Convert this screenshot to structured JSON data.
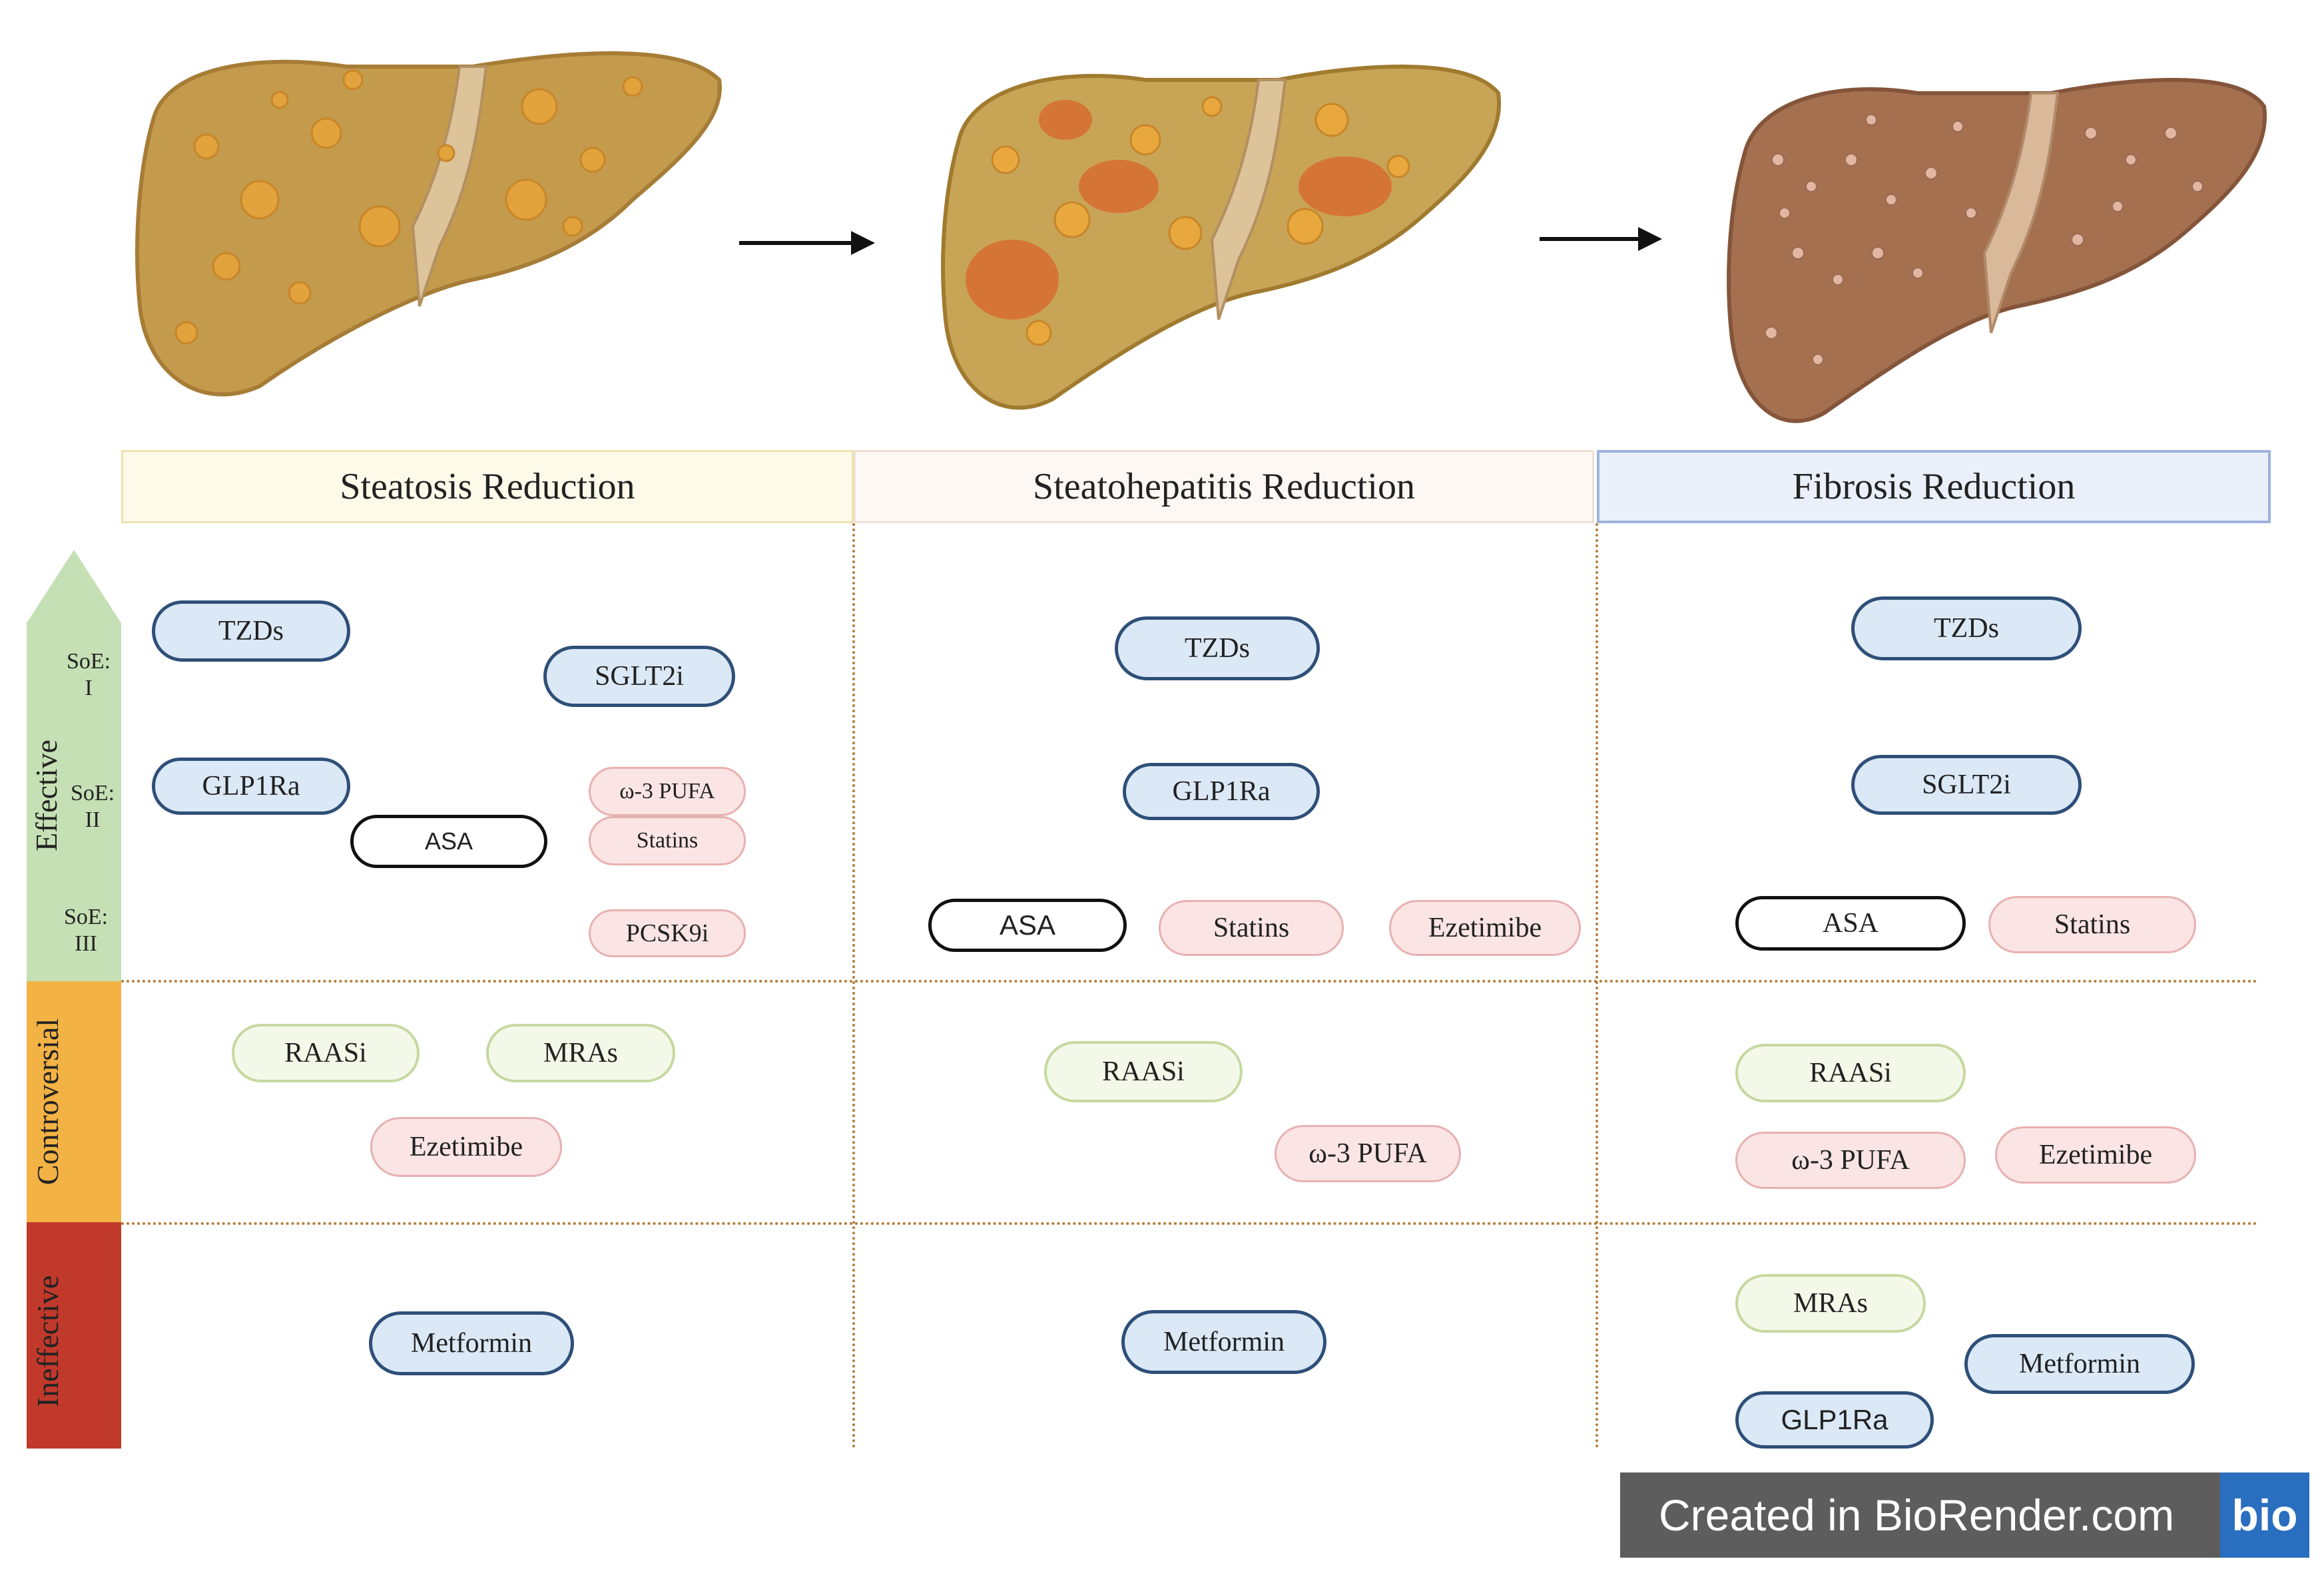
{
  "headers": {
    "steatosis": "Steatosis Reduction",
    "steatohepatitis": "Steatohepatitis Reduction",
    "fibrosis": "Fibrosis Reduction"
  },
  "rows": {
    "effective": "Effective",
    "controversial": "Controversial",
    "ineffective": "Ineffective"
  },
  "soe": {
    "one": [
      "SoE:",
      "I"
    ],
    "two": [
      "SoE:",
      "II"
    ],
    "three": [
      "SoE:",
      "III"
    ]
  },
  "drugs": {
    "steatosis": {
      "tzds": "TZDs",
      "sglt2i": "SGLT2i",
      "glp1ra": "GLP1Ra",
      "omega3": "ω-3 PUFA",
      "asa": "ASA",
      "statins": "Statins",
      "pcsk9i": "PCSK9i",
      "raasi": "RAASi",
      "mras": "MRAs",
      "ezetimibe": "Ezetimibe",
      "metformin": "Metformin"
    },
    "steatohepatitis": {
      "tzds": "TZDs",
      "glp1ra": "GLP1Ra",
      "asa": "ASA",
      "statins": "Statins",
      "ezetimibe": "Ezetimibe",
      "raasi": "RAASi",
      "omega3": "ω-3 PUFA",
      "metformin": "Metformin"
    },
    "fibrosis": {
      "tzds": "TZDs",
      "sglt2i": "SGLT2i",
      "asa": "ASA",
      "statins": "Statins",
      "raasi": "RAASi",
      "omega3": "ω-3 PUFA",
      "ezetimibe": "Ezetimibe",
      "mras": "MRAs",
      "metformin": "Metformin",
      "glp1ra": "GLP1Ra"
    }
  },
  "footer": {
    "text": "Created in BioRender.com",
    "logo": "bio"
  },
  "colors": {
    "effective": "#c5e0b4",
    "controversial": "#f2b244",
    "ineffective": "#c0392b",
    "header_steatosis": "#fdfaea",
    "header_steatohepatitis": "#fdf8f4",
    "header_fibrosis": "#eaf0fa"
  }
}
